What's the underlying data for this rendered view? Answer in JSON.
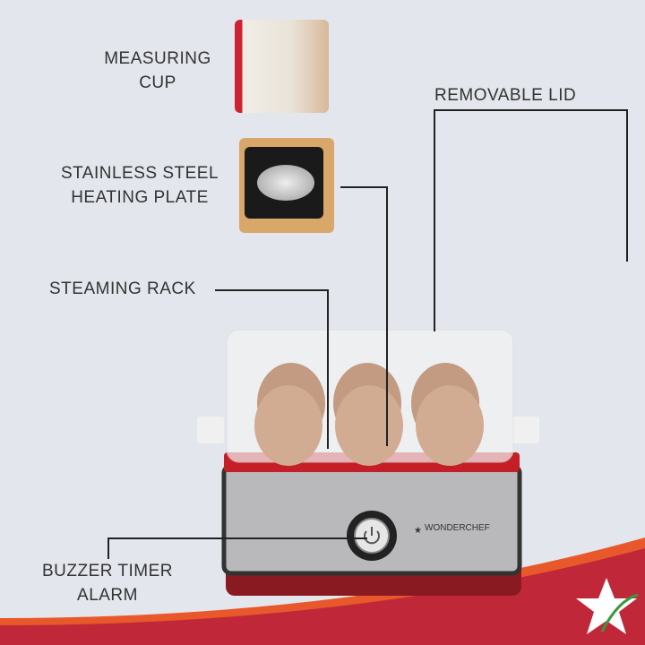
{
  "labels": {
    "measuring_cup": [
      "MEASURING",
      "CUP"
    ],
    "removable_lid": "REMOVABLE LID",
    "heating_plate": [
      "STAINLESS STEEL",
      "HEATING PLATE"
    ],
    "steaming_rack": "STEAMING RACK",
    "buzzer": [
      "BUZZER TIMER",
      "ALARM"
    ]
  },
  "brand": "WONDERCHEF",
  "colors": {
    "background": "#e3e6ec",
    "accent_red": "#c0283a",
    "accent_orange": "#e8582a",
    "text": "#333333"
  }
}
